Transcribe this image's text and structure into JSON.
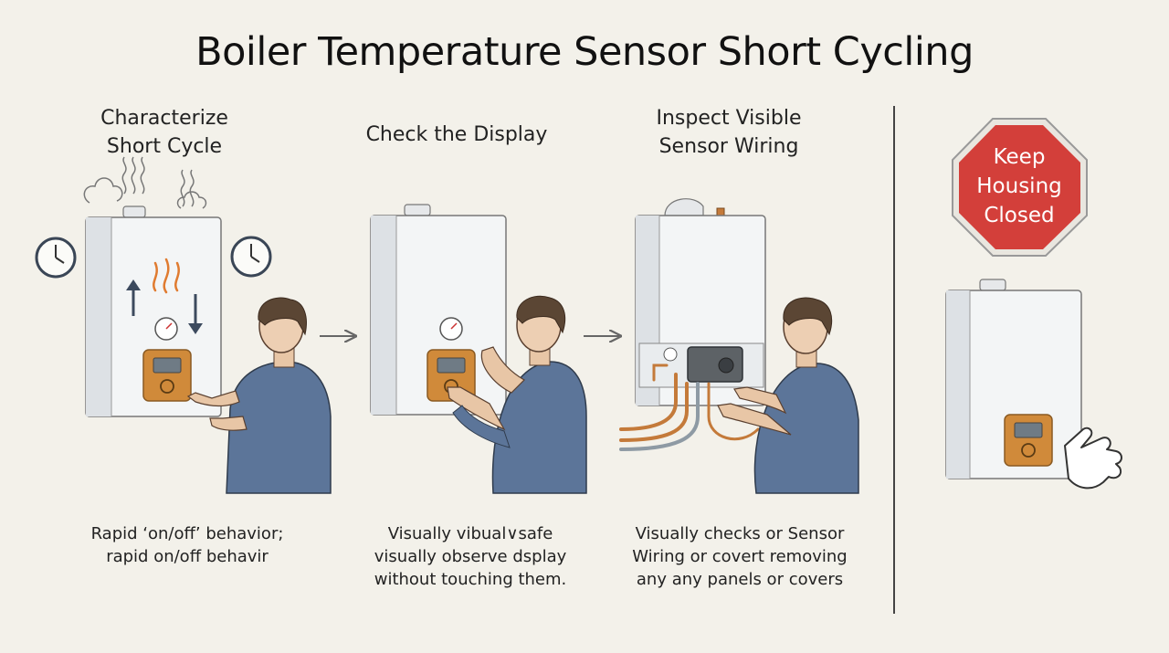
{
  "title": "Boiler Temperature Sensor Short Cycling",
  "steps": [
    {
      "title_line1": "Characterize",
      "title_line2": "Short Cycle",
      "caption_line1": "Rapid ‘on/off’ behavior;",
      "caption_line2": "rapid on/off behavir",
      "caption_line3": ""
    },
    {
      "title_line1": "Check the Display",
      "title_line2": "",
      "caption_line1": "Visually vibual∨safe",
      "caption_line2": "visually observe dsplay",
      "caption_line3": "without touching them."
    },
    {
      "title_line1": "Inspect Visible",
      "title_line2": "Sensor Wiring",
      "caption_line1": "Visually checks or Sensor",
      "caption_line2": "Wiring or covert removing",
      "caption_line3": "any any panels or covers"
    }
  ],
  "warning": {
    "line1": "Keep",
    "line2": "Housing",
    "line3": "Closed"
  },
  "icons": [
    "clock-icon",
    "steam-icon",
    "flame-icon",
    "up-arrow-icon",
    "down-arrow-icon",
    "pressure-gauge-icon",
    "arrow-right-icon",
    "stop-sign-icon",
    "pointing-hand-icon"
  ],
  "colors": {
    "background": "#f3f1ea",
    "stop_sign": "#d33f3a",
    "control_panel": "#d08a3a",
    "shirt": "#5c7599",
    "pipe_copper": "#c47a3a"
  }
}
